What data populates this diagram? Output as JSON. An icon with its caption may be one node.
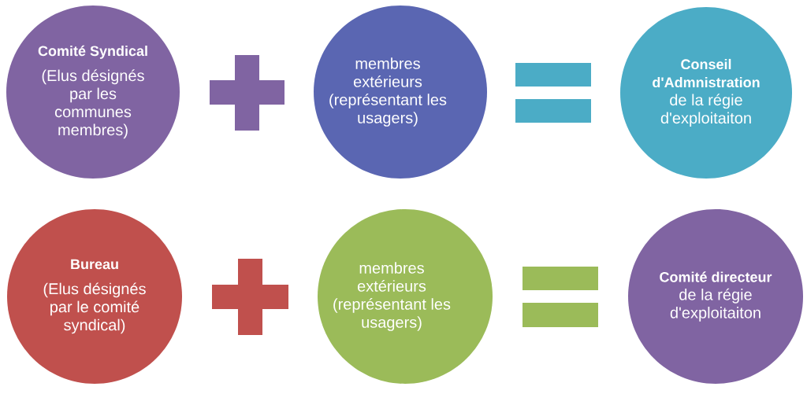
{
  "diagram": {
    "nodes": [
      {
        "text": [
          "Comité Syndical",
          "(Elus désignés par les communes membres)"
        ]
      },
      {
        "text": [
          "membres extérieurs (représentant les usagers)"
        ]
      },
      {
        "text": [
          "Conseil d'Admnistration",
          "de la régie d'exploitaiton"
        ]
      },
      {
        "text": [
          "Bureau",
          "(Elus désignés par le comité syndical)"
        ]
      },
      {
        "text": [
          "membres extérieurs (représentant les usagers)"
        ]
      },
      {
        "text": [
          "Comité directeur",
          "de la régie d'exploitaiton"
        ]
      }
    ]
  }
}
